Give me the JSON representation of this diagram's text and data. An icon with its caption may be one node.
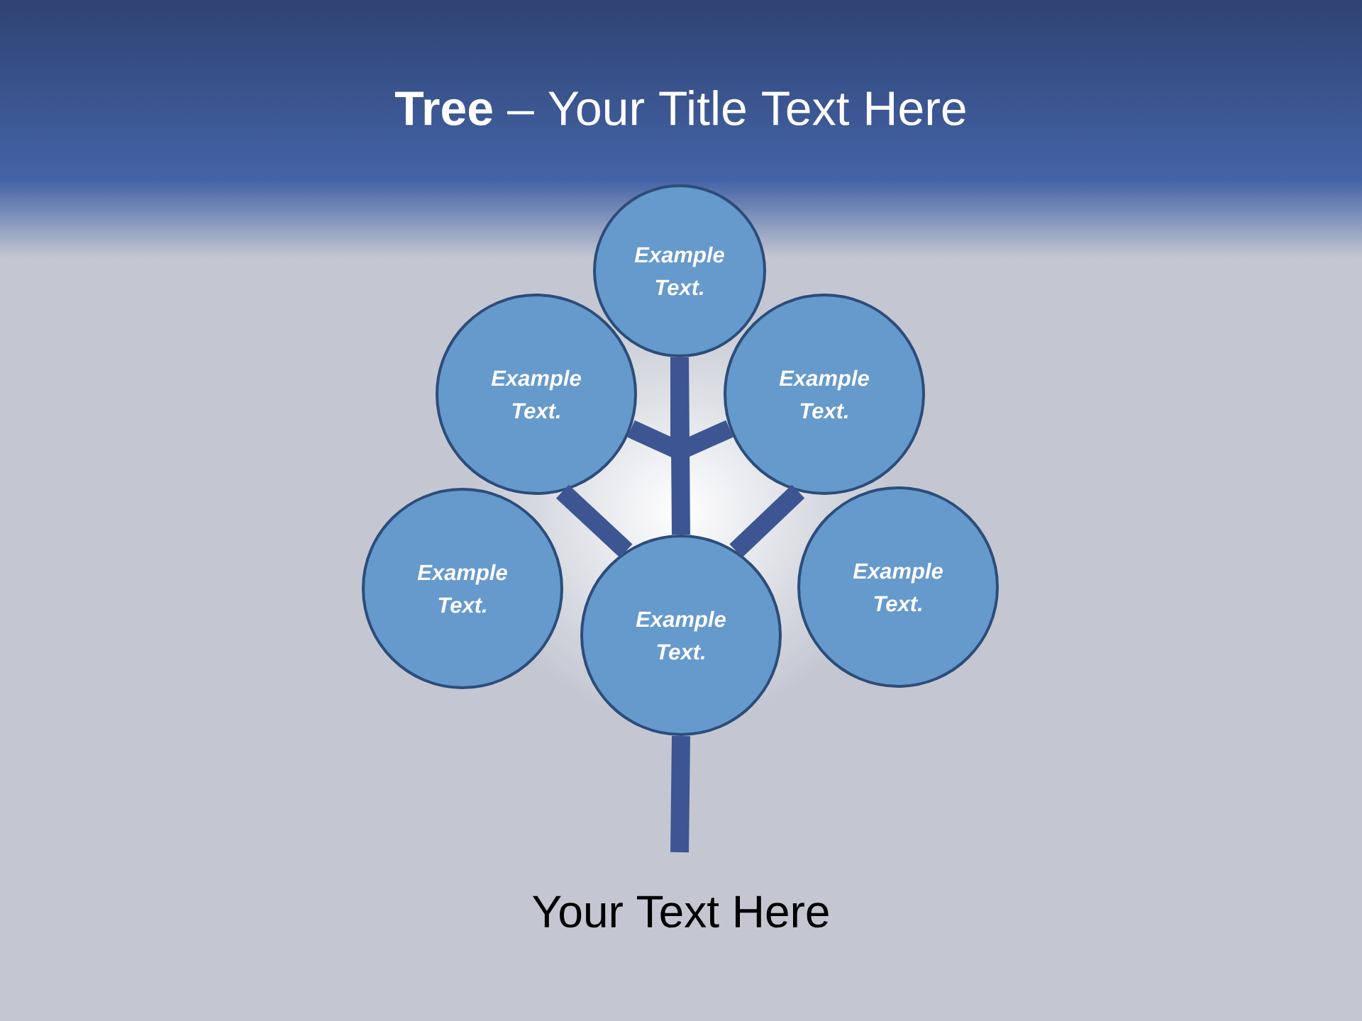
{
  "diagram": {
    "title": "**Tree** – Your Title Text Here",
    "caption": "Your Text Here",
    "nodes": [
      {
        "text": [
          "Example Text."
        ]
      },
      {
        "text": [
          "Example Text."
        ]
      },
      {
        "text": [
          "Example Text."
        ]
      },
      {
        "text": [
          "Example Text."
        ]
      },
      {
        "text": [
          "Example Text."
        ]
      },
      {
        "text": [
          "Example Text."
        ]
      }
    ],
    "edges": [
      {
        "from": 5,
        "to": 0,
        "arrow": "none"
      },
      {
        "from": 5,
        "to": 1,
        "arrow": "none"
      },
      {
        "from": 5,
        "to": 2,
        "arrow": "none"
      },
      {
        "from": 0,
        "to": 1,
        "arrow": "none"
      },
      {
        "from": 0,
        "to": 2,
        "arrow": "none"
      },
      {
        "from": 5,
        "to": null,
        "arrow": "none"
      }
    ]
  }
}
